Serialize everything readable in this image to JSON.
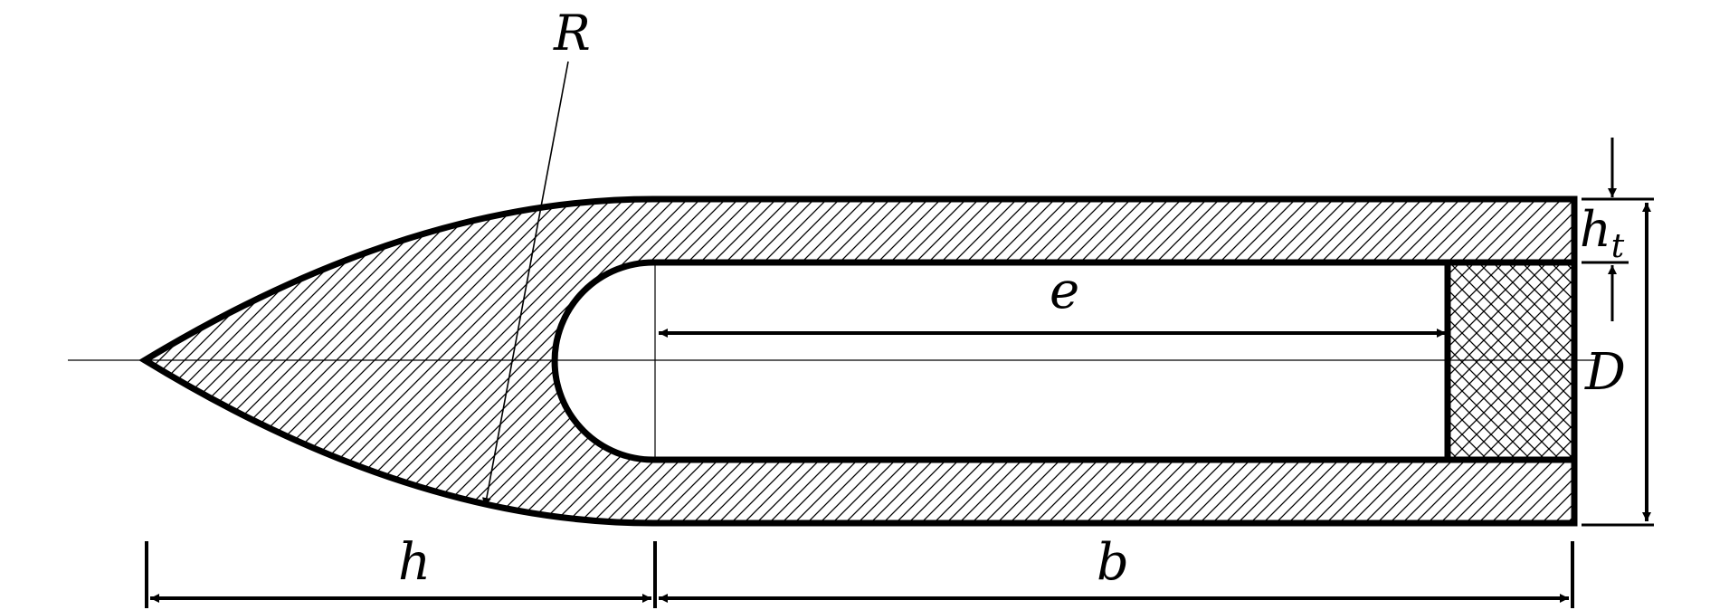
{
  "colors": {
    "stroke": "#000000",
    "background": "#ffffff"
  },
  "labels": {
    "radius": "R",
    "nose_length": "h",
    "body_length": "b",
    "cavity_length": "e",
    "wall_thickness": "h",
    "wall_thickness_sub": "t",
    "diameter": "D"
  }
}
